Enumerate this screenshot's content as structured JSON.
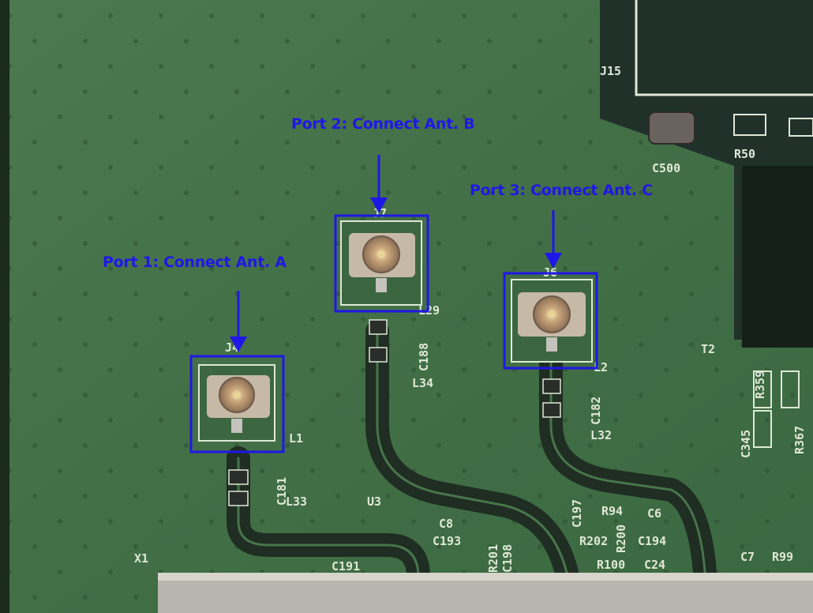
{
  "callouts": [
    {
      "id": "port-1",
      "label": "Port 1: Connect Ant. A"
    },
    {
      "id": "port-2",
      "label": "Port 2: Connect Ant. B"
    },
    {
      "id": "port-3",
      "label": "Port 3: Connect Ant. C"
    }
  ],
  "silkscreen": {
    "j15": "J15",
    "c500": "C500",
    "r50": "R50",
    "t2": "T2",
    "j4": "J4",
    "l1": "L1",
    "c181": "C181",
    "l33": "L33",
    "u3": "U3",
    "j7": "J7",
    "l29": "L29",
    "c188": "C188",
    "l34": "L34",
    "j6": "J6",
    "l2": "L2",
    "c182": "C182",
    "l32": "L32",
    "r359": "R359",
    "c345": "C345",
    "r367": "R367",
    "c8": "C8",
    "c193": "C193",
    "r201": "R201",
    "c198": "C198",
    "c197": "C197",
    "r94": "R94",
    "c6": "C6",
    "r202": "R202",
    "r200": "R200",
    "c194": "C194",
    "r100": "R100",
    "c24": "C24",
    "c7": "C7",
    "r99": "R99",
    "x1": "X1",
    "c191": "C191"
  },
  "colors": {
    "annotation": "#1f17e6",
    "board": "#3f6e43",
    "trace": "#1f2d22",
    "silkscreen": "#dfe8d6"
  },
  "icons": {
    "arrow": "down-arrow-icon",
    "connector": "u-fl-connector-icon"
  }
}
